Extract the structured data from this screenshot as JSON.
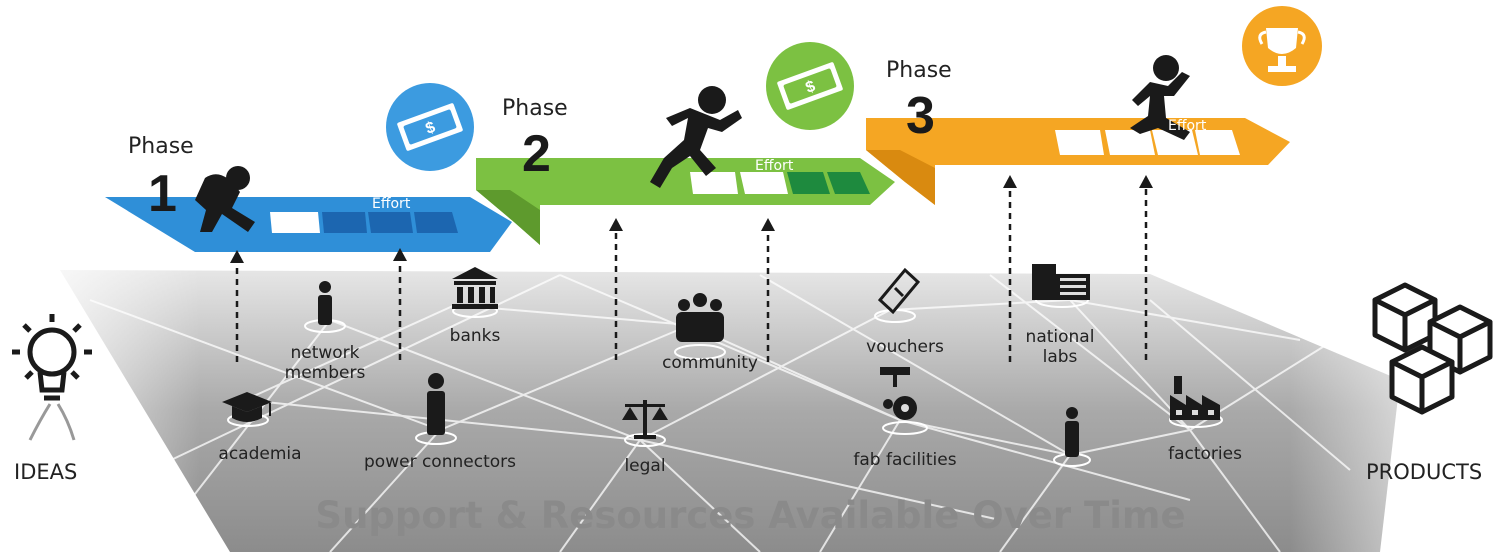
{
  "phases": [
    {
      "word": "Phase",
      "number": "1",
      "effort": "Effort",
      "color": "#2f8fd8"
    },
    {
      "word": "Phase",
      "number": "2",
      "effort": "Effort",
      "color": "#7cc142"
    },
    {
      "word": "Phase",
      "number": "3",
      "effort": "Effort",
      "color": "#f5a623"
    }
  ],
  "resources": {
    "network_members": "network members",
    "banks": "banks",
    "community": "community",
    "vouchers": "vouchers",
    "national_labs": "national labs",
    "academia": "academia",
    "power_connectors": "power connectors",
    "legal": "legal",
    "fab_facilities": "fab facilities",
    "factories": "factories"
  },
  "start_label": "IDEAS",
  "end_label": "PRODUCTS",
  "footer": "Support & Resources Available Over Time",
  "icons": [
    "lightbulb-icon",
    "crouching-runner-icon",
    "sprinting-runner-icon",
    "running-runner-icon",
    "money-icon",
    "trophy-icon",
    "person-icon",
    "bank-icon",
    "crowd-icon",
    "voucher-ticket-icon",
    "building-icon",
    "graduation-cap-icon",
    "scales-icon",
    "drill-gear-icon",
    "factory-icon",
    "cubes-icon"
  ]
}
